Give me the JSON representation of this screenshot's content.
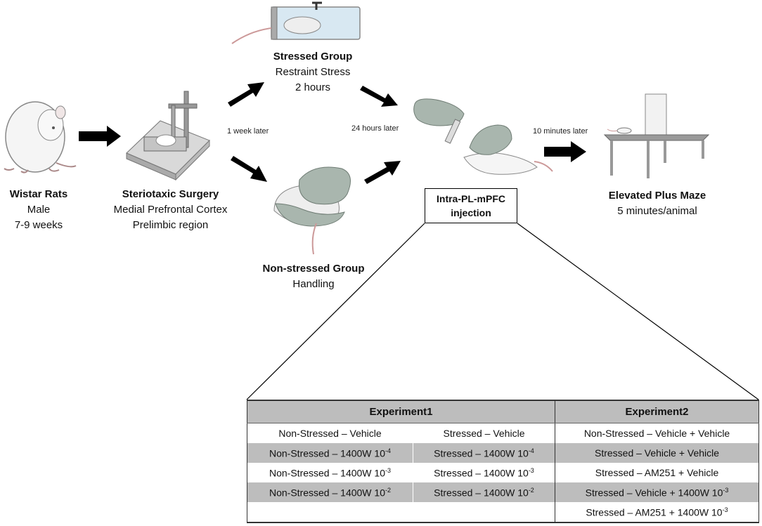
{
  "start": {
    "title": "Wistar Rats",
    "line1": "Male",
    "line2": "7-9 weeks"
  },
  "surgery": {
    "title": "Steriotaxic Surgery",
    "line1": "Medial Prefrontal Cortex",
    "line2": "Prelimbic region"
  },
  "stressed": {
    "title": "Stressed Group",
    "line1": "Restraint Stress",
    "line2": "2 hours"
  },
  "nonstressed": {
    "title": "Non-stressed Group",
    "line1": "Handling"
  },
  "timings": {
    "week": "1 week later",
    "hours": "24 hours later",
    "minutes": "10 minutes later"
  },
  "injection": {
    "line1": "Intra-PL-mPFC",
    "line2": "injection"
  },
  "maze": {
    "title": "Elevated Plus Maze",
    "line1": "5 minutes/animal"
  },
  "table": {
    "headers": [
      "Experiment1",
      "Experiment2"
    ],
    "rows": [
      {
        "a": "Non-Stressed – Vehicle",
        "b": "Stressed – Vehicle",
        "c": "Non-Stressed – Vehicle + Vehicle"
      },
      {
        "a": "Non-Stressed – 1400W 10",
        "a_exp": "-4",
        "b": "Stressed – 1400W 10",
        "b_exp": "-4",
        "c": "Stressed – Vehicle + Vehicle"
      },
      {
        "a": "Non-Stressed – 1400W 10",
        "a_exp": "-3",
        "b": "Stressed – 1400W 10",
        "b_exp": "-3",
        "c": "Stressed – AM251 + Vehicle"
      },
      {
        "a": "Non-Stressed – 1400W 10",
        "a_exp": "-2",
        "b": "Stressed – 1400W 10",
        "b_exp": "-2",
        "c": "Stressed – Vehicle + 1400W 10",
        "c_exp": "-3"
      },
      {
        "a": "",
        "b": "",
        "c": "Stressed – AM251 + 1400W 10",
        "c_exp": "-3"
      }
    ]
  },
  "colors": {
    "glove": "#a9b6ae",
    "rat": "#f4f4f4",
    "arrow": "#000000",
    "header_bg": "#bdbdbd"
  }
}
